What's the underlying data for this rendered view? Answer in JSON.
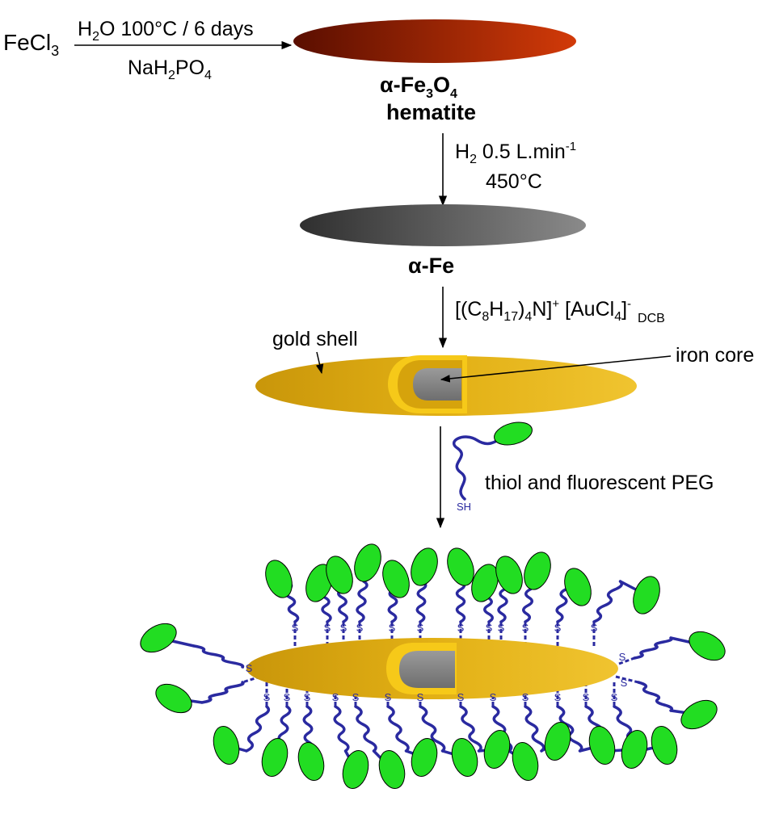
{
  "reagent": {
    "main": "FeCl",
    "sub": "3"
  },
  "step1": {
    "top": {
      "a": "H",
      "a_sub": "2",
      "b": "O 100°C / 6 days"
    },
    "bottom": {
      "a": "NaH",
      "a_sub": "2",
      "b": "PO",
      "b_sub": "4"
    }
  },
  "hematite": {
    "formula": {
      "a": "α-Fe",
      "a_sub": "3",
      "b": "O",
      "b_sub": "4"
    },
    "name": "hematite"
  },
  "step2": {
    "line1": {
      "a": "H",
      "a_sub": "2",
      "b": " 0.5 L.min",
      "b_sup": "-1"
    },
    "line2": "450°C"
  },
  "alpha_fe": "α-Fe",
  "step3": {
    "p1": "[(C",
    "s1": "8",
    "p2": "H",
    "s2": "17",
    "p3": ")",
    "s3": "4",
    "p4": "N]",
    "sup1": "+",
    "p5": " [AuCl",
    "s4": "4",
    "p6": "]",
    "sup2": "-",
    "solvent": "DCB"
  },
  "shell_label": "gold shell",
  "core_label": "iron core",
  "step4": {
    "sh": "SH",
    "label": "thiol and fluorescent PEG"
  },
  "final": {
    "s_label": "S"
  },
  "colors": {
    "hematite_dark": "#5a0e00",
    "hematite_light": "#d23a08",
    "iron_dark": "#2f2f2f",
    "iron_light": "#8a8a8a",
    "gold": "#d9a40a",
    "gold_light": "#f5c614",
    "gold_dark": "#b8860b",
    "core": "#8c8c8c",
    "peg": "#2a2aa0",
    "dye": "#22dd22"
  },
  "icons": [
    "reaction-arrow-icon",
    "ellipsoid-particle-icon",
    "peg-chain-icon",
    "fluorophore-icon"
  ]
}
